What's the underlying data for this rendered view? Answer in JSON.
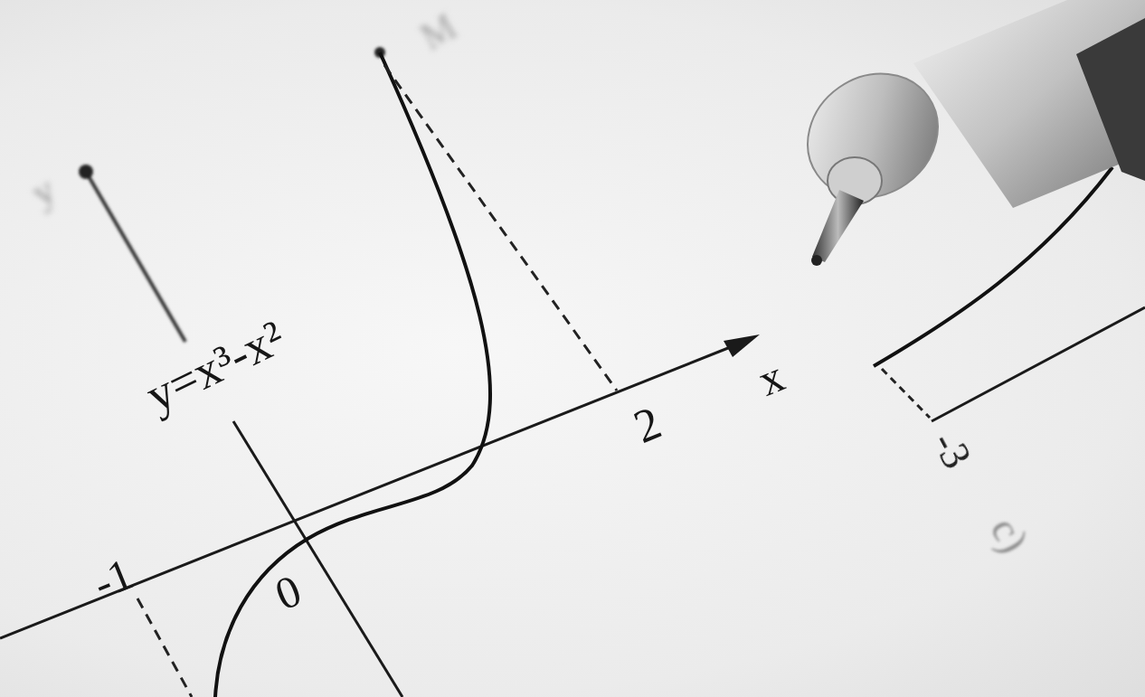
{
  "diagram": {
    "labels": [
      "y",
      "M",
      "y=x³-x²",
      "2",
      "x",
      "-1",
      "0",
      "-3",
      "c)"
    ]
  }
}
